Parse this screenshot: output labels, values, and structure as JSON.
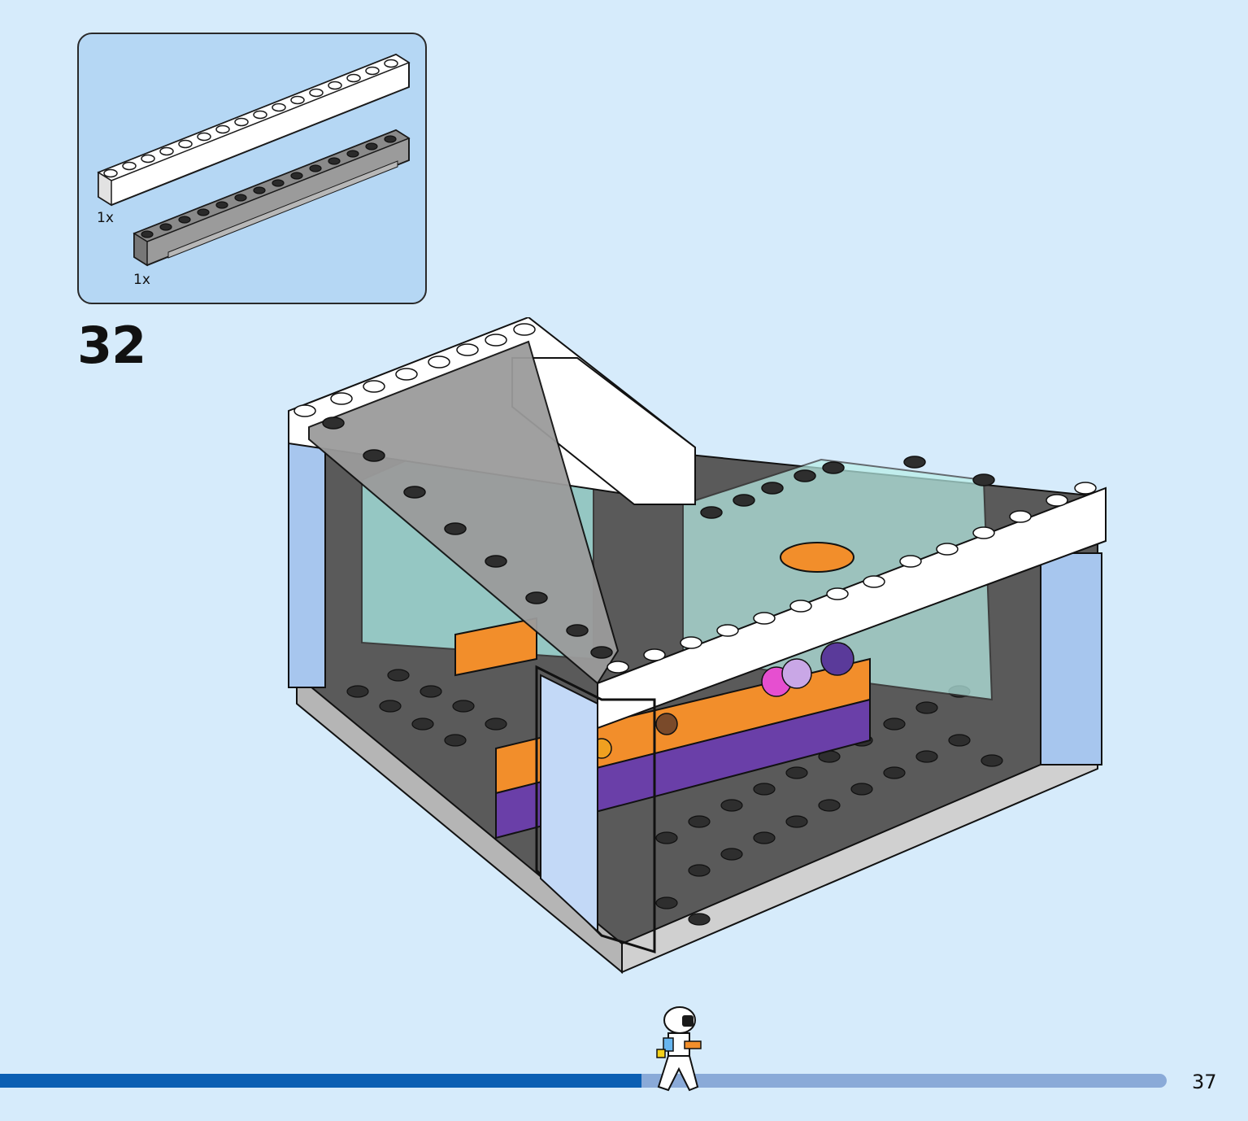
{
  "parts_box": {
    "parts": [
      {
        "name": "white-brick-1x16",
        "color": "#ffffff",
        "qty": "1x"
      },
      {
        "name": "gray-plate-with-rail",
        "color": "#9b9b9b",
        "qty": "1x"
      }
    ]
  },
  "step": {
    "number": "32"
  },
  "progress": {
    "fraction": 0.55
  },
  "page": {
    "number": "37"
  },
  "colors": {
    "background": "#d6ebfb",
    "parts_box": "#b5d7f4",
    "progress_fill": "#0b5fb3",
    "progress_track": "#8aaad8"
  }
}
